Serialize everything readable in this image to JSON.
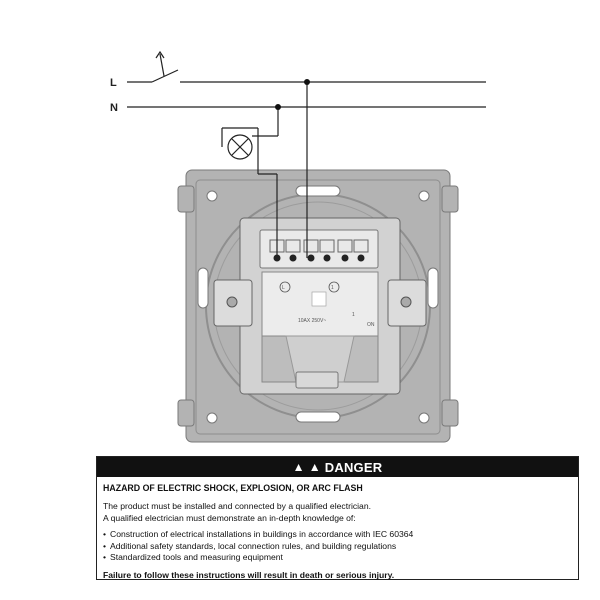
{
  "diagram": {
    "line_label": "L",
    "neutral_label": "N",
    "switch_pole_labels": [
      "L",
      "1"
    ],
    "device_marking": "10AX 250V~",
    "device_state_label": "1",
    "device_side_label": "ON"
  },
  "danger": {
    "header": "DANGER",
    "warning_icon": "warning-triangle-icon",
    "heading": "HAZARD OF ELECTRIC SHOCK, EXPLOSION, OR ARC FLASH",
    "intro_lines": [
      "The product must be installed and connected by a qualified electrician.",
      "A qualified electrician must demonstrate an in-depth knowledge of:"
    ],
    "requirements": [
      "Construction of electrical installations in buildings in accordance with IEC 60364",
      "Additional safety standards, local connection rules, and building regulations",
      "Standardized tools and measuring equipment"
    ],
    "consequence": "Failure to follow these instructions will result in death or serious injury."
  },
  "colors": {
    "header_bg": "#111111",
    "header_text": "#ffffff",
    "plate": "#b5b5b5",
    "mechanism": "#e6e6e6"
  }
}
